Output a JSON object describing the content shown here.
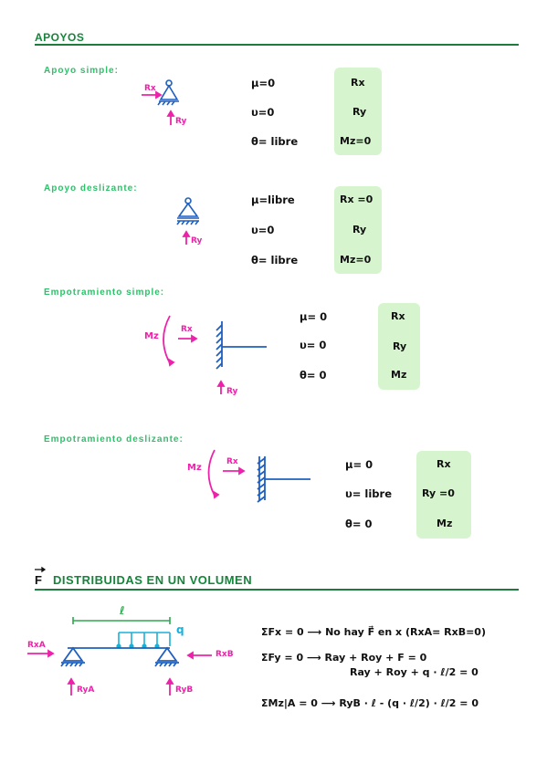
{
  "section1": {
    "title": "APOYOS",
    "apoyo_simple": {
      "label": "Apoyo simple:",
      "rx": "Rx",
      "ry": "Ry",
      "eqs": [
        "μ=0",
        "υ=0",
        "θ= libre"
      ],
      "box": [
        "Rx",
        "Ry",
        "Mz=0"
      ]
    },
    "apoyo_deslizante": {
      "label": "Apoyo deslizante:",
      "ry": "Ry",
      "eqs": [
        "μ=libre",
        "υ=0",
        "θ= libre"
      ],
      "box": [
        "Rx =0",
        "Ry",
        "Mz=0"
      ]
    },
    "emp_simple": {
      "label": "Empotramiento simple:",
      "mz": "Mz",
      "rx": "Rx",
      "ry": "Ry",
      "eqs": [
        "μ= 0",
        "υ= 0",
        "θ= 0"
      ],
      "box": [
        "Rx",
        "Ry",
        "Mz"
      ]
    },
    "emp_deslizante": {
      "label": "Empotramiento deslizante:",
      "mz": "Mz",
      "rx": "Rx",
      "eqs": [
        "μ= 0",
        "υ= libre",
        "θ= 0"
      ],
      "box": [
        "Rx",
        "Ry =0",
        "Mz"
      ]
    }
  },
  "section2": {
    "title_f": "F",
    "title": "DISTRIBUIDAS EN UN VOLUMEN",
    "diagram": {
      "length": "ℓ",
      "q": "q",
      "rxa": "RxA",
      "rxb": "RxB",
      "rya": "RyA",
      "ryb": "RyB"
    },
    "equations": [
      "ΣFx = 0  ⟶  No hay F⃗ en x  (RxA= RxB=0)",
      "ΣFy = 0  ⟶  Ray + Roy + F = 0",
      "Ray + Roy + q · ℓ/2 = 0",
      "ΣMz|A = 0  ⟶  RyB · ℓ - (q · ℓ/2) · ℓ/2 = 0"
    ]
  },
  "colors": {
    "title_green": "#14853a",
    "sub_green": "#2fc06a",
    "box_green": "#d6f5cf",
    "magenta": "#ee22aa",
    "blue": "#1f5fbf",
    "cyan": "#1ab0d8"
  }
}
